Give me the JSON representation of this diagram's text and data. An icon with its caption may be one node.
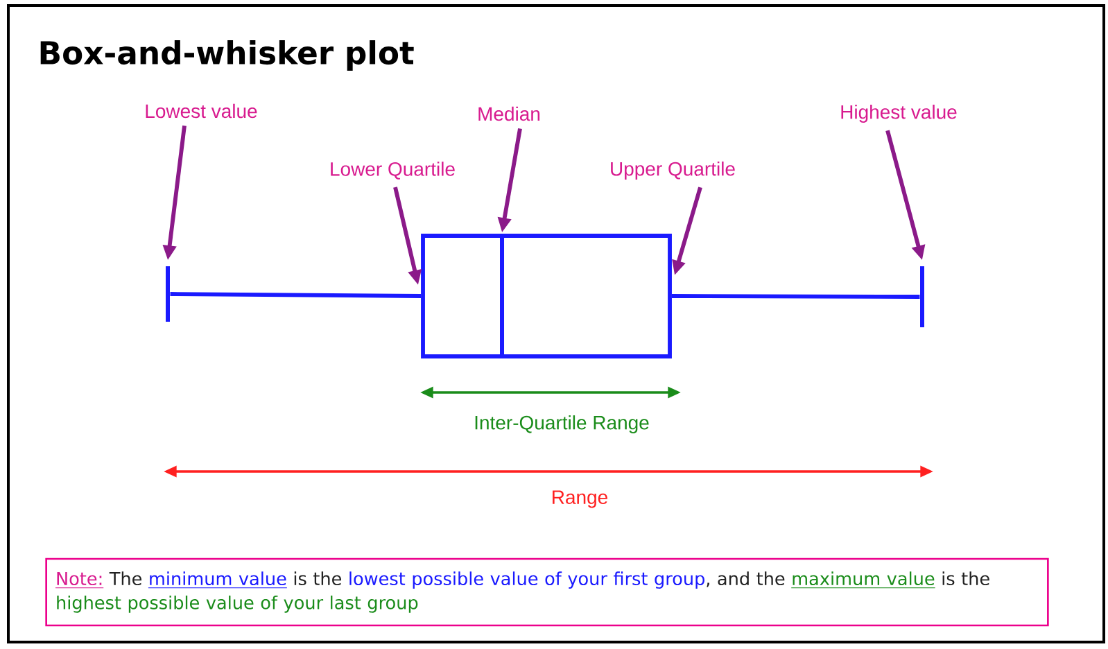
{
  "diagram": {
    "title": "Box-and-whisker plot",
    "nodes": [
      {
        "text": [
          "Lowest value"
        ]
      },
      {
        "text": [
          "Median"
        ]
      },
      {
        "text": [
          "Highest value"
        ]
      },
      {
        "text": [
          "Lower Quartile"
        ]
      },
      {
        "text": [
          "Upper Quartile"
        ]
      },
      {
        "text": [],
        "shape": "bar"
      },
      {
        "text": [],
        "shape": "box"
      },
      {
        "text": [],
        "shape": "bar",
        "in": 6
      },
      {
        "text": [],
        "shape": "bar"
      },
      {
        "text": [
          "Note:",
          "The",
          "minimum value",
          "is the",
          "lowest possible value of your first group",
          ", and the",
          "maximum value",
          "is the",
          "highest possible value of your last group"
        ]
      }
    ],
    "edges": [
      {
        "from": 0,
        "to": 5,
        "arrow": "to"
      },
      {
        "from": 1,
        "to": 7,
        "arrow": "to"
      },
      {
        "from": 2,
        "to": 8,
        "arrow": "to"
      },
      {
        "from": 3,
        "to": 6,
        "arrow": "to"
      },
      {
        "from": 4,
        "to": 6,
        "arrow": "to"
      },
      {
        "from": 5,
        "to": 6,
        "arrow": "none",
        "color": "#1a1aff"
      },
      {
        "from": 6,
        "to": 8,
        "arrow": "none",
        "color": "#1a1aff"
      }
    ],
    "labels": [
      "Inter-Quartile Range",
      "Range"
    ]
  }
}
